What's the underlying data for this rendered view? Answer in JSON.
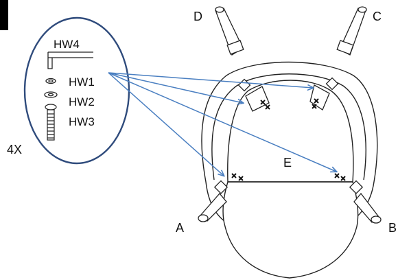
{
  "diagram": {
    "leg_labels": {
      "a": "A",
      "b": "B",
      "c": "C",
      "d": "D"
    },
    "seat_label": "E",
    "quantity_label": "4X",
    "hardware": [
      {
        "code": "HW4",
        "item": "allen-key"
      },
      {
        "code": "HW1",
        "item": "lock-washer"
      },
      {
        "code": "HW2",
        "item": "flat-washer"
      },
      {
        "code": "HW3",
        "item": "bolt"
      }
    ],
    "colors": {
      "arrow": "#4a7fc1",
      "bubble": "#2f4b7c",
      "line": "#222222"
    }
  }
}
